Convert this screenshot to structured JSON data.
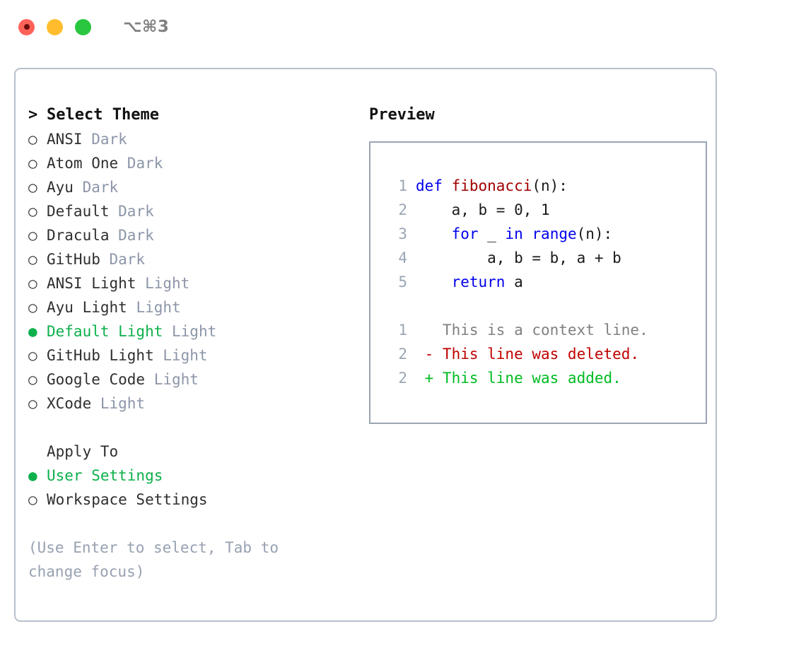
{
  "titlebar": {
    "shortcut": "⌥⌘3",
    "buttons": [
      {
        "name": "close",
        "color": "#ff6259"
      },
      {
        "name": "minimize",
        "color": "#ffbd2e"
      },
      {
        "name": "maximize",
        "color": "#29c73f"
      }
    ]
  },
  "theme_section": {
    "caret": ">",
    "heading": "Select Theme",
    "marker_selected": "●",
    "marker_unselected": "○",
    "items": [
      {
        "label": "ANSI",
        "tag": "Dark",
        "selected": false
      },
      {
        "label": "Atom One",
        "tag": "Dark",
        "selected": false
      },
      {
        "label": "Ayu",
        "tag": "Dark",
        "selected": false
      },
      {
        "label": "Default",
        "tag": "Dark",
        "selected": false
      },
      {
        "label": "Dracula",
        "tag": "Dark",
        "selected": false
      },
      {
        "label": "GitHub",
        "tag": "Dark",
        "selected": false
      },
      {
        "label": "ANSI Light",
        "tag": "Light",
        "selected": false
      },
      {
        "label": "Ayu Light",
        "tag": "Light",
        "selected": false
      },
      {
        "label": "Default Light",
        "tag": "Light",
        "selected": true
      },
      {
        "label": "GitHub Light",
        "tag": "Light",
        "selected": false
      },
      {
        "label": "Google Code",
        "tag": "Light",
        "selected": false
      },
      {
        "label": "XCode",
        "tag": "Light",
        "selected": false
      }
    ]
  },
  "apply_section": {
    "heading": "Apply To",
    "items": [
      {
        "label": "User Settings",
        "selected": true
      },
      {
        "label": "Workspace Settings",
        "selected": false
      }
    ]
  },
  "hint": "(Use Enter to select, Tab to change focus)",
  "preview": {
    "title": "Preview",
    "code_lines": [
      {
        "no": "1",
        "tokens": [
          {
            "t": "def ",
            "c": "kw"
          },
          {
            "t": "fibonacci",
            "c": "fn"
          },
          {
            "t": "(n):",
            "c": "txt"
          }
        ]
      },
      {
        "no": "2",
        "tokens": [
          {
            "t": "    a, b = 0, 1",
            "c": "txt"
          }
        ]
      },
      {
        "no": "3",
        "tokens": [
          {
            "t": "    ",
            "c": "txt"
          },
          {
            "t": "for",
            "c": "kw"
          },
          {
            "t": " _ ",
            "c": "txt"
          },
          {
            "t": "in",
            "c": "kw"
          },
          {
            "t": " ",
            "c": "txt"
          },
          {
            "t": "range",
            "c": "kw"
          },
          {
            "t": "(n):",
            "c": "txt"
          }
        ]
      },
      {
        "no": "4",
        "tokens": [
          {
            "t": "        a, b = b, a + b",
            "c": "txt"
          }
        ]
      },
      {
        "no": "5",
        "tokens": [
          {
            "t": "    ",
            "c": "txt"
          },
          {
            "t": "return",
            "c": "kw"
          },
          {
            "t": " a",
            "c": "txt"
          }
        ]
      }
    ],
    "diff_lines": [
      {
        "no": "1",
        "tokens": [
          {
            "t": "   This is a context line.",
            "c": "ctx"
          }
        ]
      },
      {
        "no": "2",
        "tokens": [
          {
            "t": " - This line was deleted.",
            "c": "del"
          }
        ]
      },
      {
        "no": "2",
        "tokens": [
          {
            "t": " + This line was added.",
            "c": "add"
          }
        ]
      }
    ]
  },
  "colors": {
    "accent_green": "#0db04b",
    "tag_gray": "#8c96a8",
    "panel_border": "#b9c0cc",
    "preview_border": "#9aa5b4",
    "keyword_blue": "#0000ee",
    "function_red": "#a00000",
    "diff_add": "#00bb22",
    "diff_del": "#c00000"
  }
}
